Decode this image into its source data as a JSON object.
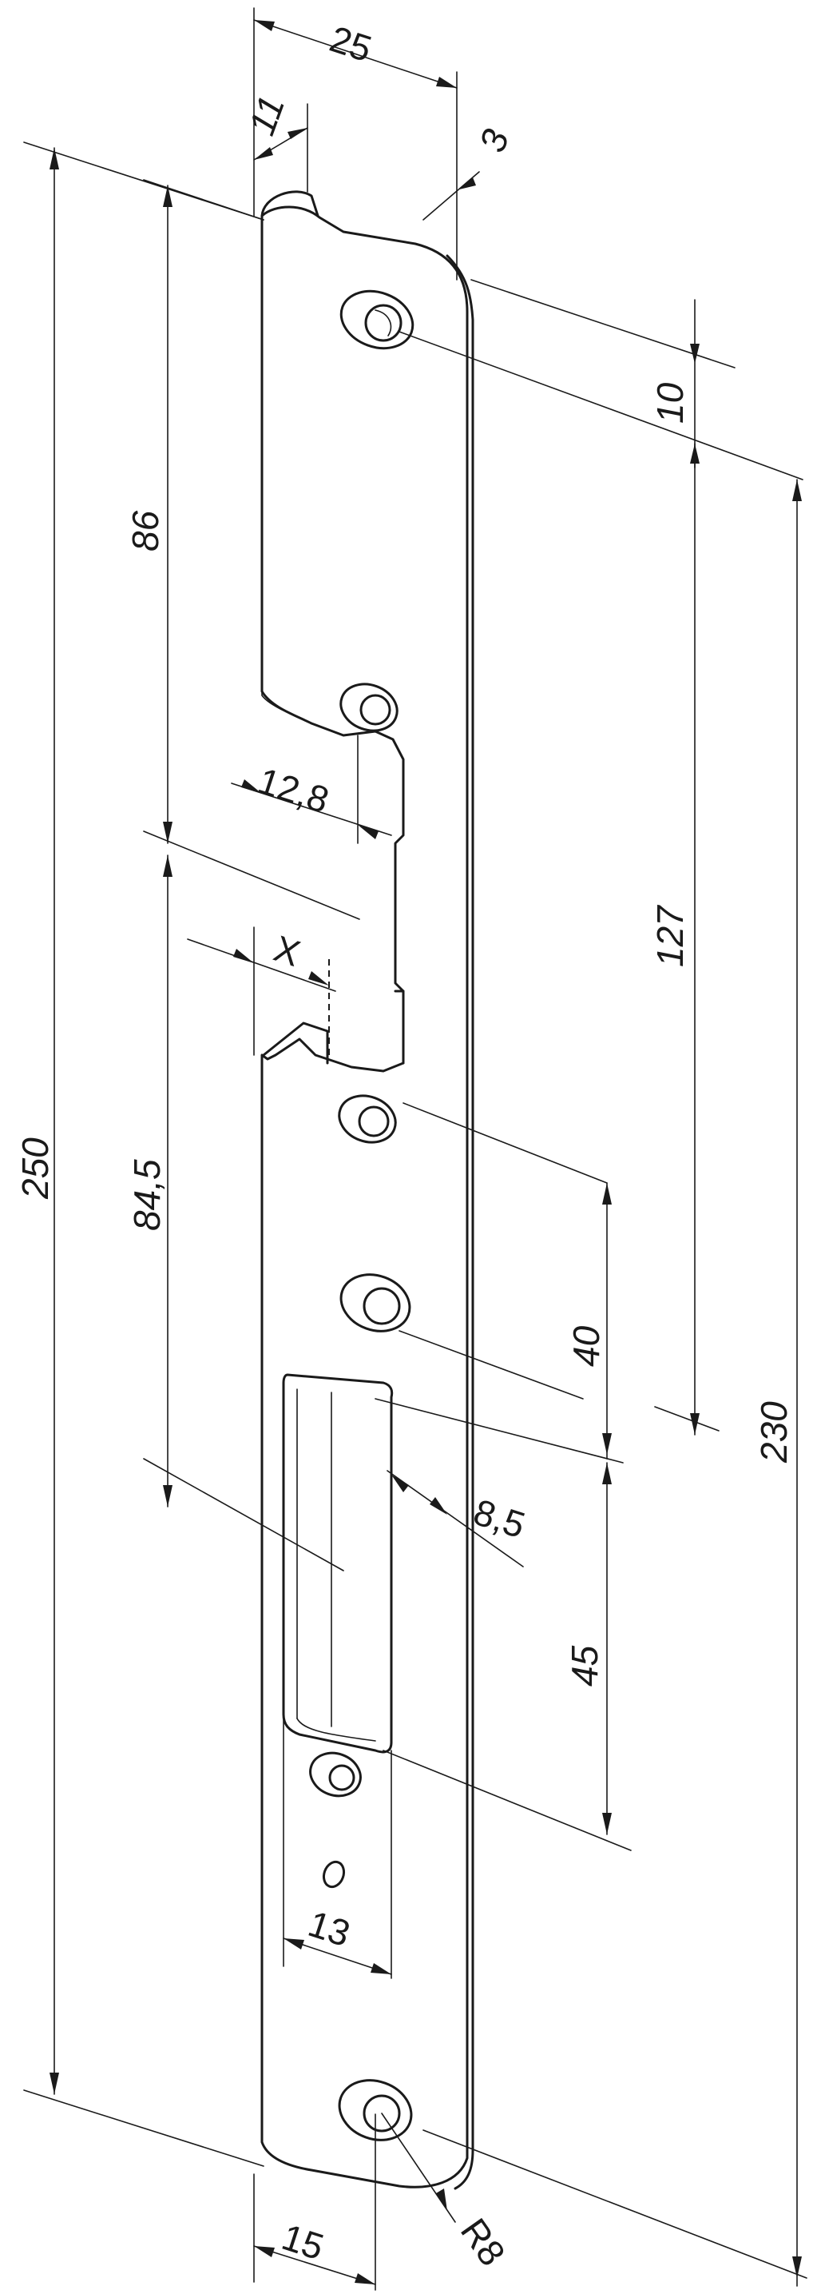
{
  "dimensions": {
    "width_25": "25",
    "width_11": "11",
    "thickness_3": "3",
    "offset_10": "10",
    "length_86": "86",
    "length_127": "127",
    "length_250": "250",
    "length_230": "230",
    "width_12_8": "12,8",
    "clearance_x": "X",
    "length_84_5": "84,5",
    "pitch_40": "40",
    "depth_8_5": "8,5",
    "pitch_45": "45",
    "width_13": "13",
    "width_15": "15",
    "radius_r8": "R8"
  }
}
